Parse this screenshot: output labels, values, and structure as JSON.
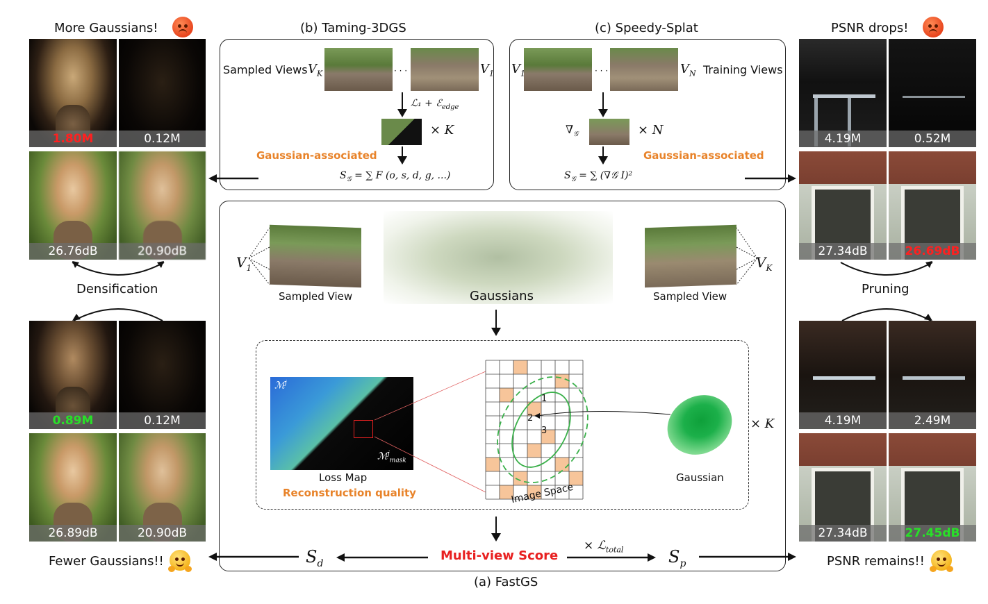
{
  "left": {
    "title": "More Gaussians!",
    "tiles_top": [
      "1.80M",
      "0.12M"
    ],
    "tiles_top2": [
      "26.76dB",
      "20.90dB"
    ],
    "densification": "Densification",
    "tiles_bot": [
      "0.89M",
      "0.12M"
    ],
    "tiles_bot2": [
      "26.89dB",
      "20.90dB"
    ],
    "footer": "Fewer Gaussians!!"
  },
  "right": {
    "title": "PSNR drops!",
    "tiles_top": [
      "4.19M",
      "0.52M"
    ],
    "tiles_top2": [
      "27.34dB",
      "26.69dB"
    ],
    "pruning": "Pruning",
    "tiles_bot": [
      "4.19M",
      "2.49M"
    ],
    "tiles_bot2": [
      "27.34dB",
      "27.45dB"
    ],
    "footer": "PSNR remains!!"
  },
  "taming": {
    "title": "(b) Taming-3DGS",
    "sampled_views": "Sampled Views",
    "vk": "V",
    "vk_sub": "K",
    "v1": "V",
    "v1_sub": "1",
    "dots": "· · ·",
    "loss": "ℒ₁ + ℰ",
    "loss_sub": "edge",
    "times_k": "× K",
    "assoc": "Gaussian-associated",
    "score": "S",
    "score_sub": "𝒢",
    "score_rhs": "= ∑ F (o,  s,  d,  g,  ...)"
  },
  "speedy": {
    "title": "(c) Speedy-Splat",
    "v1": "V",
    "v1_sub": "1",
    "vn": "V",
    "vn_sub": "N",
    "dots": "· · ·",
    "training_views": "Training Views",
    "grad": "∇",
    "grad_sub": "𝒢",
    "times_n": "× N",
    "assoc": "Gaussian-associated",
    "score": "S",
    "score_sub": "𝒢",
    "score_rhs": "= ∑ (∇𝒢 I)²"
  },
  "fastgs": {
    "caption": "(a) FastGS",
    "v1": "V",
    "v1_sub": "1",
    "vk": "V",
    "vk_sub": "K",
    "sampled_view_left": "Sampled View",
    "sampled_view_right": "Sampled View",
    "gaussians": "Gaussians",
    "m_j": "ℳ",
    "m_j_sup": "j",
    "m_mask": "ℳ",
    "m_mask_sup": "j",
    "m_mask_sub": "mask",
    "loss_map": "Loss Map",
    "recon": "Reconstruction quality",
    "image_space": "Image Space",
    "gaussian": "Gaussian",
    "times_k": "× K",
    "cells": [
      "1",
      "2",
      "3"
    ],
    "sd": "S",
    "sd_sub": "d",
    "sp": "S",
    "sp_sub": "p",
    "mv_score": "Multi-view Score",
    "ltotal": "× ℒ",
    "ltotal_sub": "total"
  },
  "colors": {
    "orange": "#e8832a",
    "red": "#e82020",
    "green": "#28e028",
    "cell": "#f7c59a",
    "gaussian_outer": "#7ed98f",
    "gaussian_inner": "#0ea03a"
  }
}
